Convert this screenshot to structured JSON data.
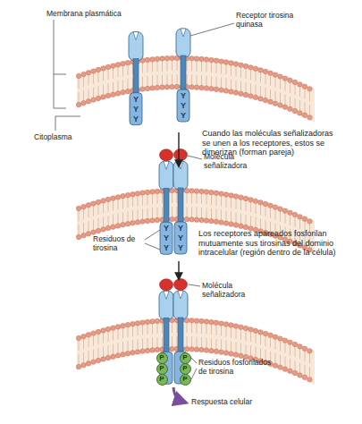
{
  "diagram": {
    "nodes": [
      {
        "text": [
          "P"
        ]
      },
      {
        "text": [
          "P"
        ]
      },
      {
        "text": [
          "P"
        ]
      },
      {
        "text": [
          "P"
        ]
      },
      {
        "text": [
          "P"
        ]
      },
      {
        "text": [
          "P"
        ]
      }
    ],
    "labels": [
      "Membrana plasmática",
      "Receptor tirosina quinasa",
      "Citoplasma",
      "Y",
      "Y",
      "Y",
      "Y",
      "Y",
      "Y",
      "Cuando las moléculas señalizadoras se unen a los receptores, estos se dimerizan (forman pareja)",
      "Molécula señalizadora",
      "Y",
      "Y",
      "Y",
      "Y",
      "Y",
      "Y",
      "Residuos de tirosina",
      "Los receptores apareados fosforilan mutuamente sus tirosinas del dominio intracelular (región dentro de la célula)",
      "Molécula señalizadora",
      "Residuos fosforilados de tirosina",
      "Respuesta celular"
    ]
  }
}
